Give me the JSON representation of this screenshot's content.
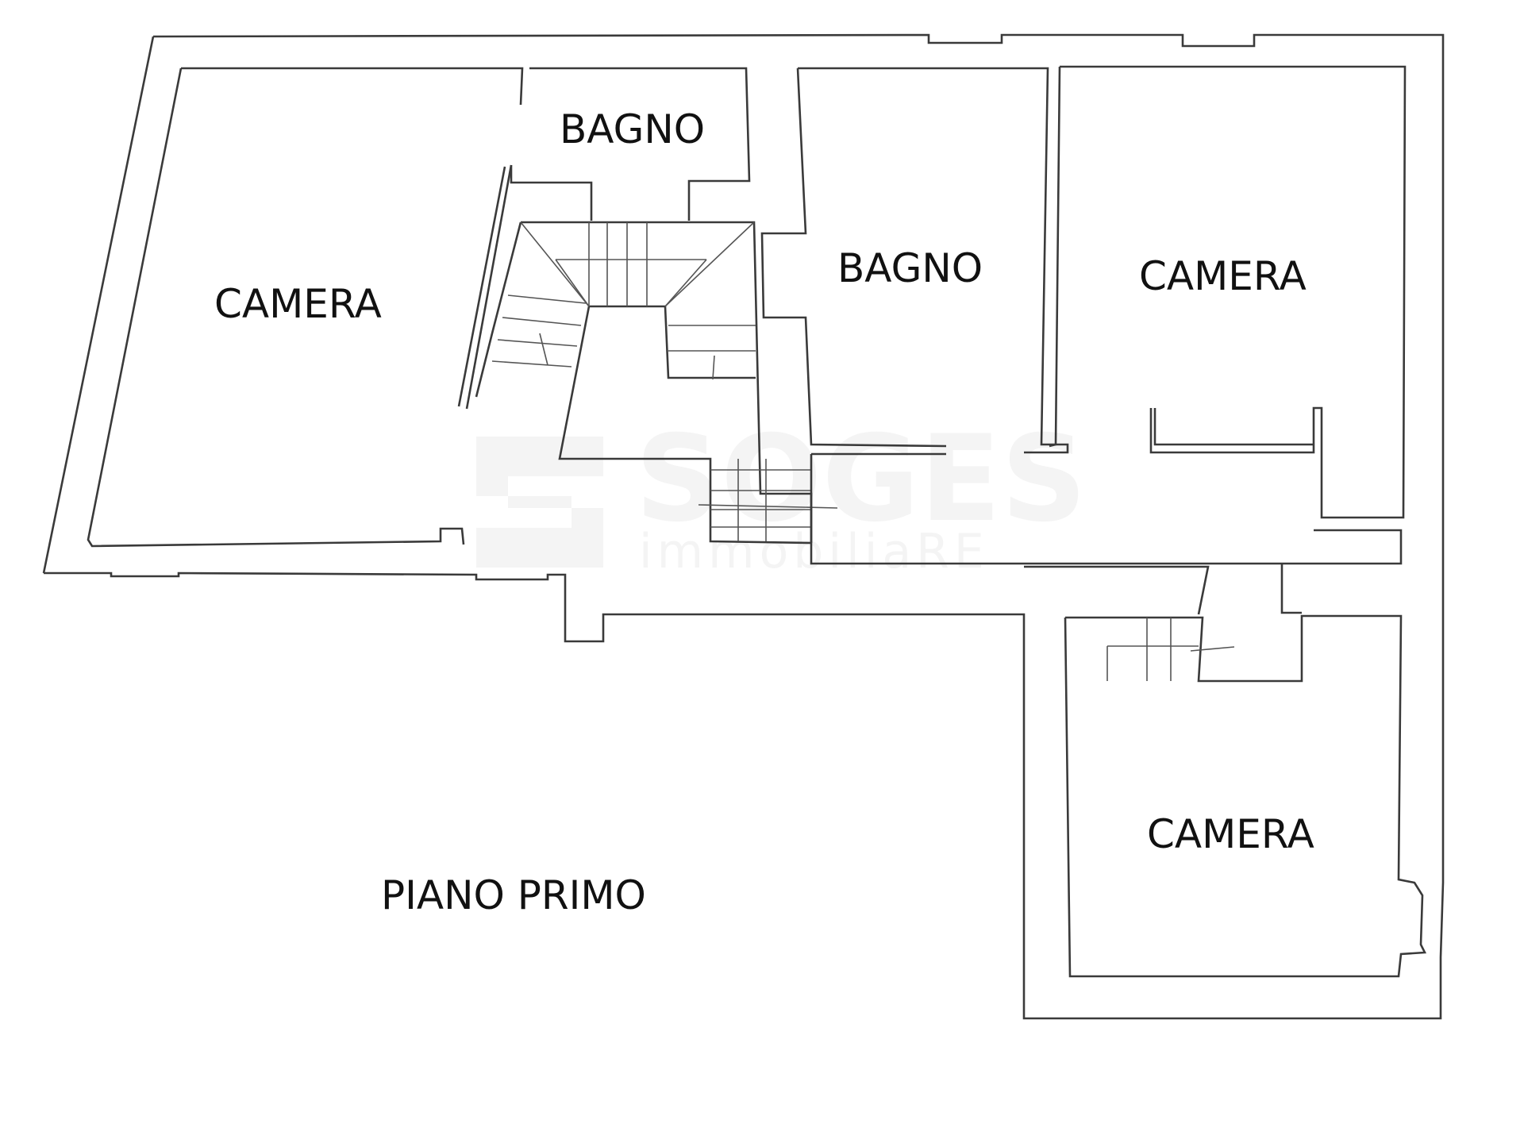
{
  "rooms": {
    "camera_left": "CAMERA",
    "bagno_top": "BAGNO",
    "bagno_center": "BAGNO",
    "camera_right": "CAMERA",
    "camera_bottom": "CAMERA"
  },
  "floor_title": "PIANO PRIMO",
  "watermark": {
    "brand": "SOGES",
    "tagline": "immobiliaRE"
  }
}
